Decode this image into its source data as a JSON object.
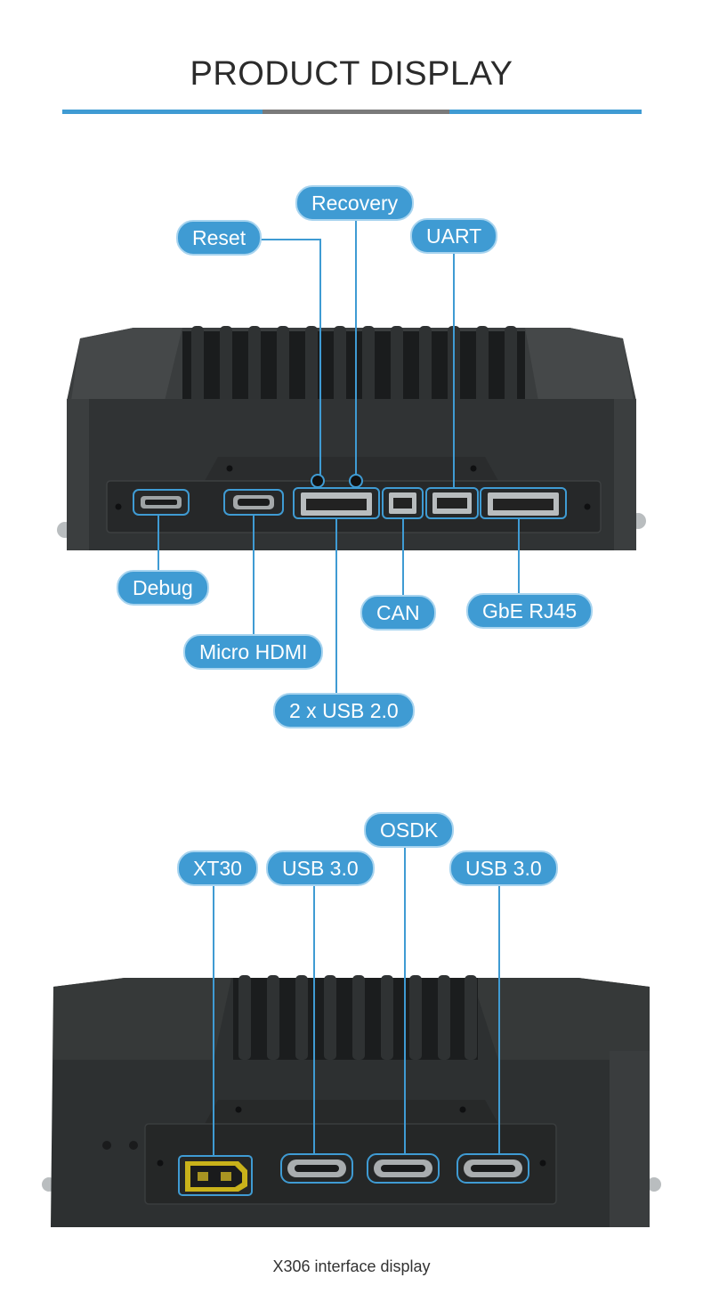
{
  "header": {
    "title": "PRODUCT DISPLAY"
  },
  "top_panel": {
    "labels": {
      "reset": "Reset",
      "recovery": "Recovery",
      "uart": "UART",
      "debug": "Debug",
      "micro_hdmi": "Micro HDMI",
      "usb20": "2 x USB 2.0",
      "can": "CAN",
      "gbe": "GbE RJ45"
    }
  },
  "bottom_panel": {
    "labels": {
      "xt30": "XT30",
      "usb30_a": "USB 3.0",
      "osdk": "OSDK",
      "usb30_b": "USB 3.0"
    }
  },
  "footer": {
    "caption": "X306 interface display"
  },
  "colors": {
    "accent": "#3f9bd3",
    "divider_mid": "#7a7a7a",
    "device_body": "#2f3232",
    "connector_yellow": "#c9b21a"
  },
  "icons": [
    "debug-port-icon",
    "micro-hdmi-port-icon",
    "usb20-port-icon",
    "can-port-icon",
    "uart-port-icon",
    "rj45-port-icon",
    "xt30-port-icon",
    "usb-c-port-icon"
  ]
}
